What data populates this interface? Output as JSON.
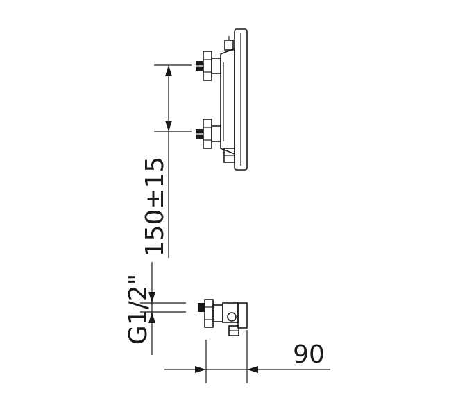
{
  "dimensions": {
    "spacing": "150±15",
    "thread": "G1/2\"",
    "depth": "90"
  }
}
